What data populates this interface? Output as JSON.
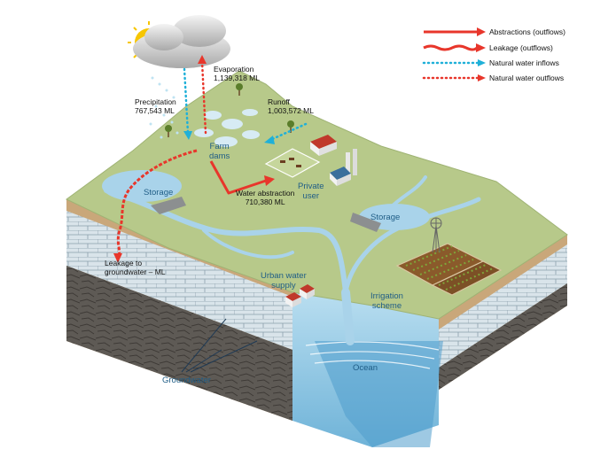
{
  "legend": {
    "abstractions": "Abstractions (outflows)",
    "leakage": "Leakage (outflows)",
    "natural_inflows": "Natural water inflows",
    "natural_outflows": "Natural water outflows"
  },
  "labels": {
    "evaporation": "Evaporation",
    "evaporation_value": "1,139,318 ML",
    "precipitation": "Precipitation",
    "precipitation_value": "767,543 ML",
    "runoff": "Runoff",
    "runoff_value": "1,003,572 ML",
    "farm_dams_1": "Farm",
    "farm_dams_2": "dams",
    "storage_left": "Storage",
    "private_user_1": "Private",
    "private_user_2": "user",
    "water_abstraction": "Water abstraction",
    "water_abstraction_value": "710,380 ML",
    "storage_right": "Storage",
    "leakage_1": "Leakage to",
    "leakage_2": "groundwater – ML",
    "urban_1": "Urban water",
    "urban_2": "supply",
    "irrigation_1": "Irrigation",
    "irrigation_2": "scheme",
    "ocean": "Ocean",
    "groundwater": "Groundwater"
  },
  "colors": {
    "abstraction": "#e8362b",
    "inflow": "#1fb0d8",
    "outflow": "#e8362b",
    "land": "#b7c98a",
    "water": "#a9d3ea",
    "label_blue": "#1f5d86"
  }
}
